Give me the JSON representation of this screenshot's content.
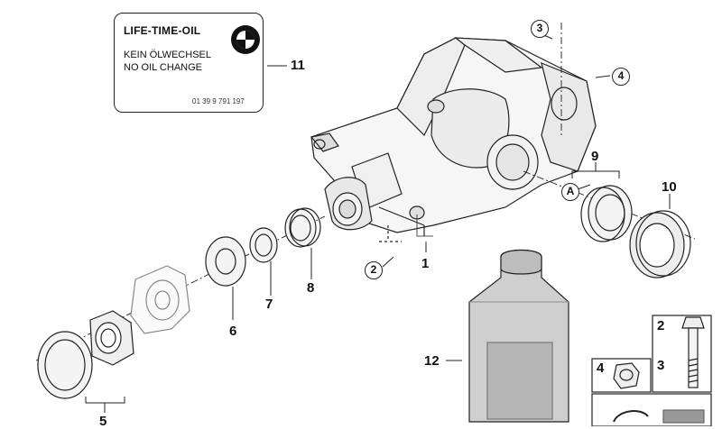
{
  "oil_label": {
    "title": "LIFE-TIME-OIL",
    "line1": "KEIN ÖLWECHSEL",
    "line2": "NO OIL CHANGE",
    "part_number": "01 39 9 791 197"
  },
  "callouts": {
    "c1": "1",
    "c2": "2",
    "c3": "3",
    "c4": "4",
    "c5": "5",
    "c6": "6",
    "c7": "7",
    "c8": "8",
    "c9": "9",
    "c10": "10",
    "c11": "11",
    "c12": "12",
    "cA": "A"
  },
  "legend": {
    "k2": "2",
    "k3": "3",
    "k4": "4"
  },
  "colors": {
    "line": "#222222",
    "part_fill": "#f4f4f4",
    "bottle_fill": "#c9c9c9",
    "bottle_shade": "#a8a8a8"
  }
}
